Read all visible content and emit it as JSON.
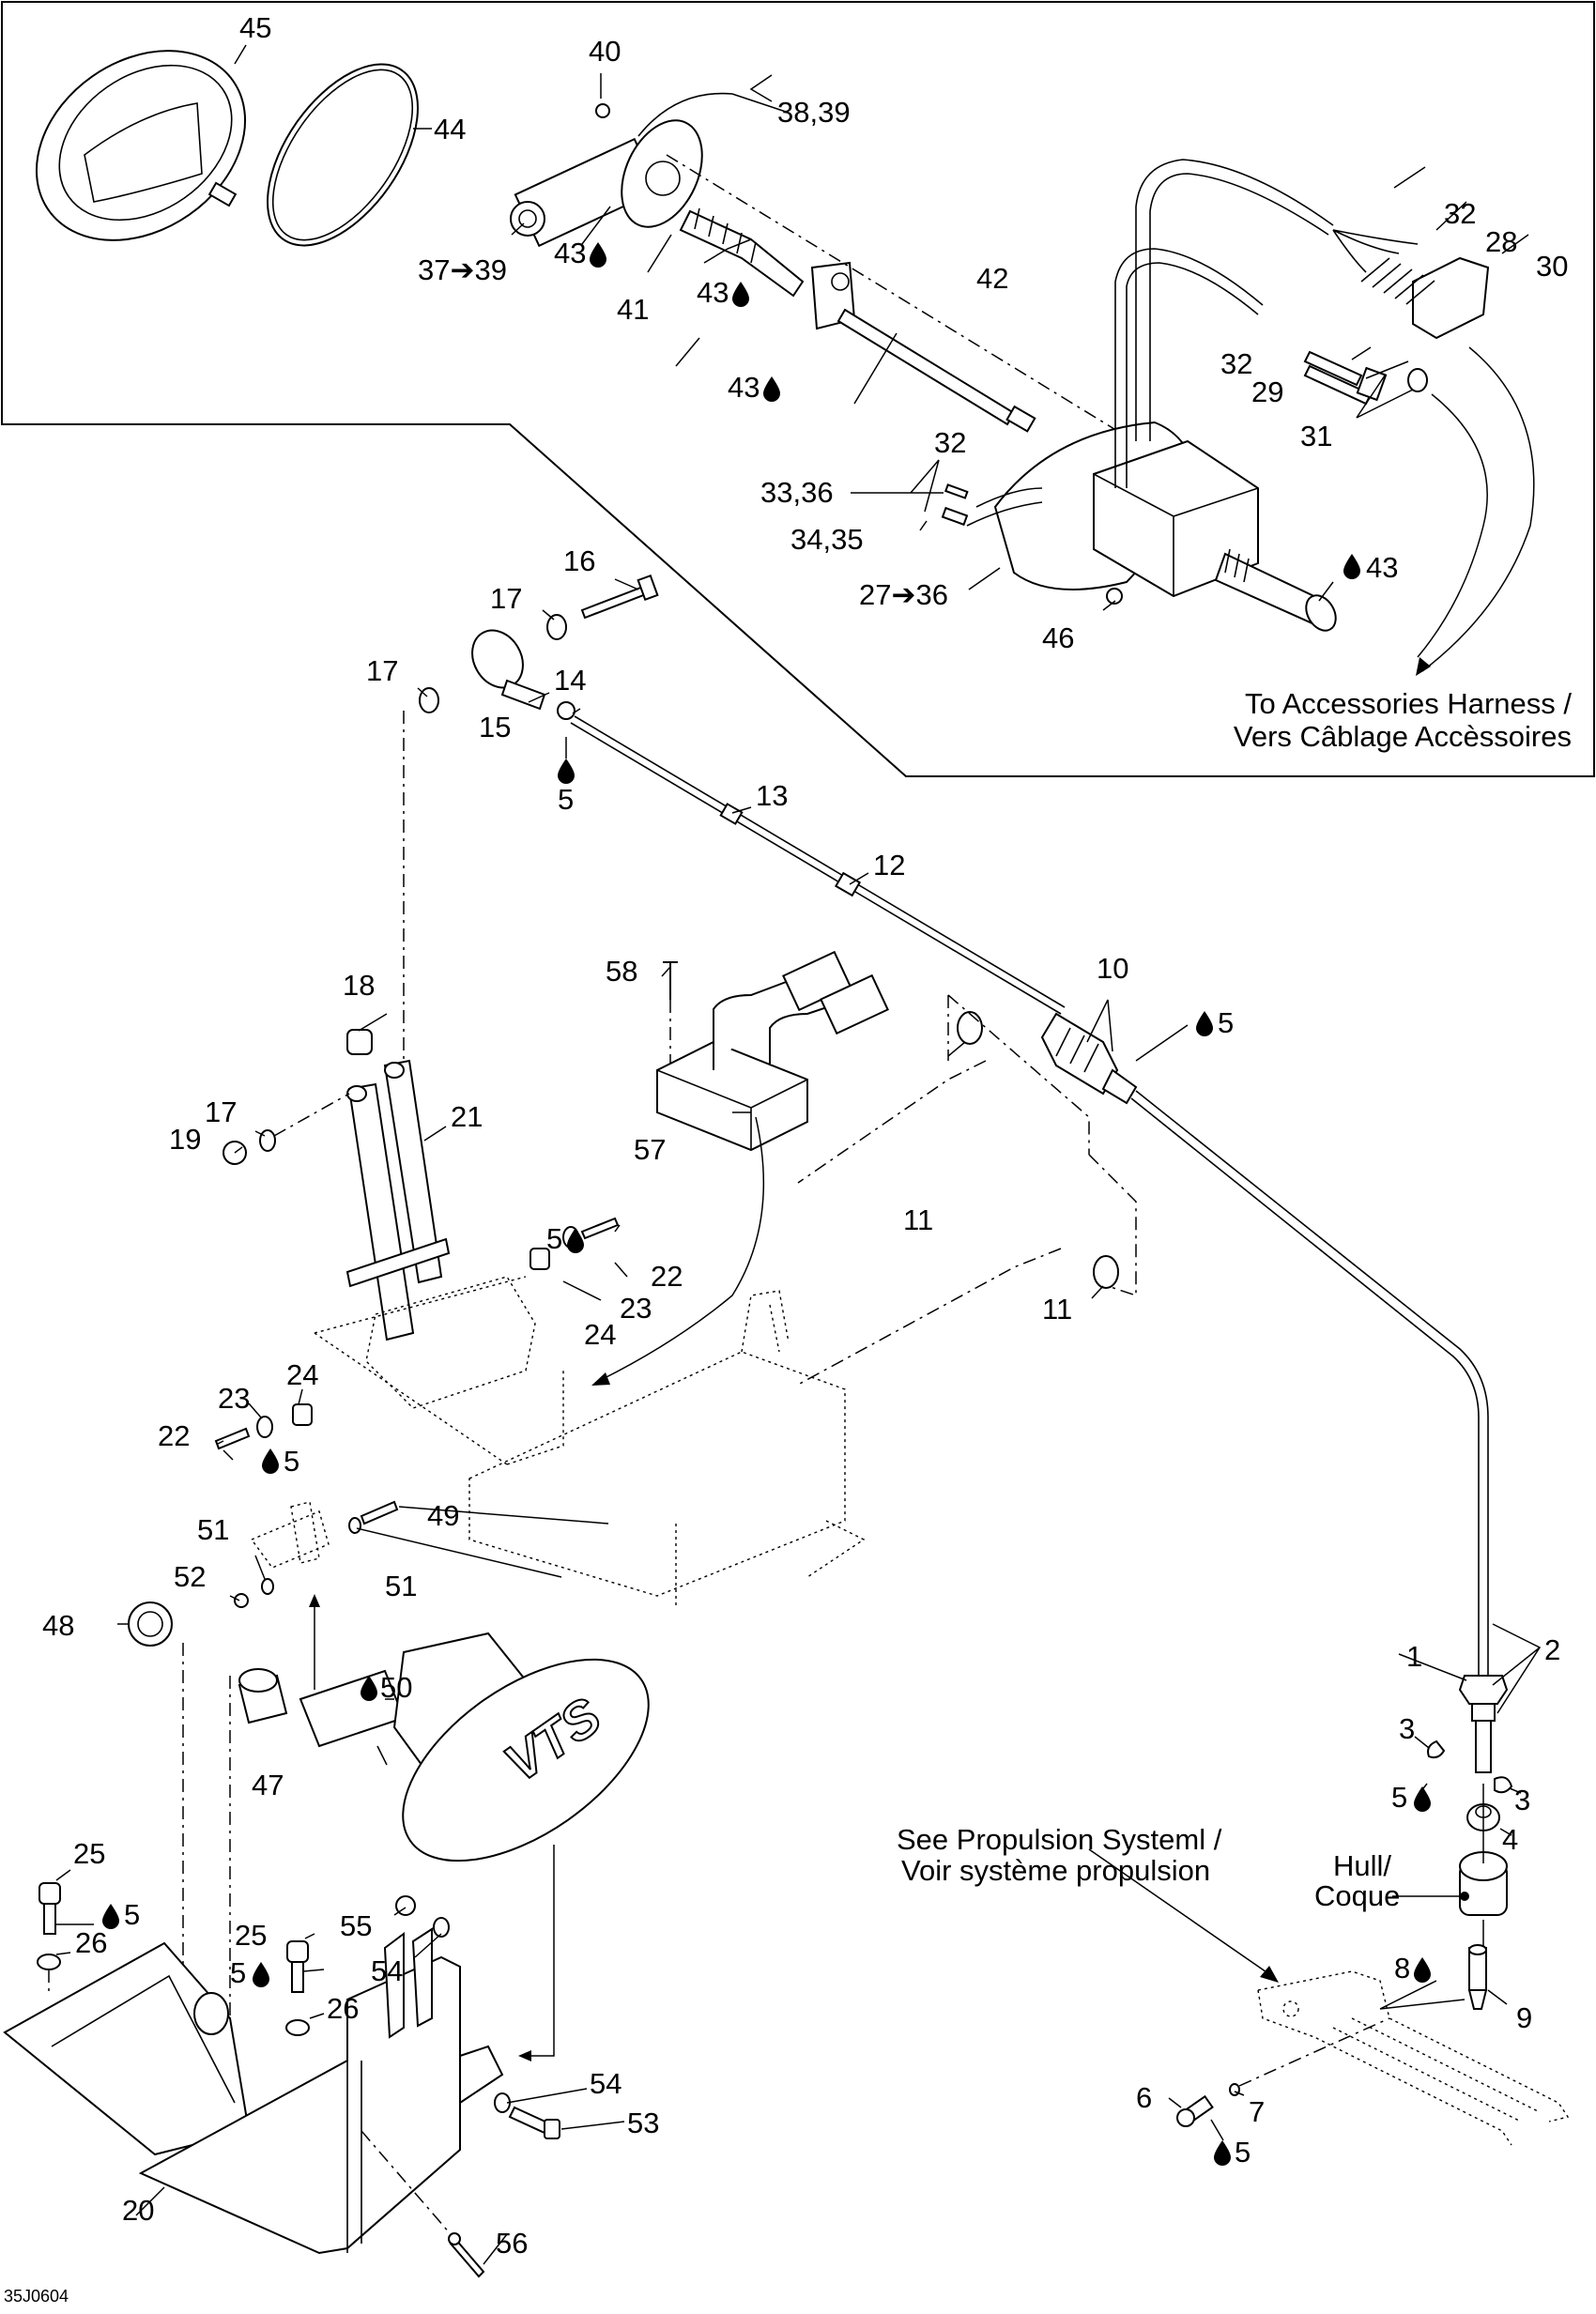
{
  "diagram": {
    "title": "VTS steering / trim parts exploded view",
    "figure_code": "35J0604",
    "legend_symbols": {
      "lubricant_drop": "drop-icon",
      "range_arrow": "→"
    },
    "notes": [
      {
        "id": "accessories",
        "line1": "To Accessories Harness /",
        "line2": "Vers Câblage Accèssoires"
      },
      {
        "id": "propulsion",
        "line1": "See Propulsion Systeml /",
        "line2": "Voir système propulsion"
      },
      {
        "id": "hull",
        "line1": "Hull/",
        "line2": "Coque"
      }
    ],
    "callouts": [
      {
        "id": "c45",
        "label": "45",
        "drop": false
      },
      {
        "id": "c44",
        "label": "44",
        "drop": false
      },
      {
        "id": "c40",
        "label": "40",
        "drop": false
      },
      {
        "id": "c38-39",
        "label": "38,39",
        "drop": false
      },
      {
        "id": "c37-39",
        "label": "37➔39",
        "drop": false
      },
      {
        "id": "c43a",
        "label": "43",
        "drop": true
      },
      {
        "id": "c41",
        "label": "41",
        "drop": false
      },
      {
        "id": "c43b",
        "label": "43",
        "drop": true
      },
      {
        "id": "c43c",
        "label": "43",
        "drop": true
      },
      {
        "id": "c42",
        "label": "42",
        "drop": false
      },
      {
        "id": "c32a",
        "label": "32",
        "drop": false
      },
      {
        "id": "c28",
        "label": "28",
        "drop": false
      },
      {
        "id": "c30",
        "label": "30",
        "drop": false
      },
      {
        "id": "c32b",
        "label": "32",
        "drop": false
      },
      {
        "id": "c29",
        "label": "29",
        "drop": false
      },
      {
        "id": "c31",
        "label": "31",
        "drop": false
      },
      {
        "id": "c32c",
        "label": "32",
        "drop": false
      },
      {
        "id": "c33-36",
        "label": "33,36",
        "drop": false
      },
      {
        "id": "c34-35",
        "label": "34,35",
        "drop": false
      },
      {
        "id": "c27-36",
        "label": "27➔36",
        "drop": false
      },
      {
        "id": "c46",
        "label": "46",
        "drop": false
      },
      {
        "id": "c43d",
        "label": "43",
        "drop": true
      },
      {
        "id": "c16",
        "label": "16",
        "drop": false
      },
      {
        "id": "c17a",
        "label": "17",
        "drop": false
      },
      {
        "id": "c17b",
        "label": "17",
        "drop": false
      },
      {
        "id": "c15",
        "label": "15",
        "drop": false
      },
      {
        "id": "c14",
        "label": "14",
        "drop": false
      },
      {
        "id": "c5a",
        "label": "5",
        "drop": true
      },
      {
        "id": "c13",
        "label": "13",
        "drop": false
      },
      {
        "id": "c12",
        "label": "12",
        "drop": false
      },
      {
        "id": "c58",
        "label": "58",
        "drop": false
      },
      {
        "id": "c10",
        "label": "10",
        "drop": false
      },
      {
        "id": "c5b",
        "label": "5",
        "drop": true
      },
      {
        "id": "c18",
        "label": "18",
        "drop": false
      },
      {
        "id": "c21",
        "label": "21",
        "drop": false
      },
      {
        "id": "c17c",
        "label": "17",
        "drop": false
      },
      {
        "id": "c19",
        "label": "19",
        "drop": false
      },
      {
        "id": "c57",
        "label": "57",
        "drop": false
      },
      {
        "id": "c11a",
        "label": "11",
        "drop": false
      },
      {
        "id": "c11b",
        "label": "11",
        "drop": false
      },
      {
        "id": "c5c",
        "label": "5",
        "drop": true
      },
      {
        "id": "c22a",
        "label": "22",
        "drop": false
      },
      {
        "id": "c23a",
        "label": "23",
        "drop": false
      },
      {
        "id": "c24a",
        "label": "24",
        "drop": false
      },
      {
        "id": "c24b",
        "label": "24",
        "drop": false
      },
      {
        "id": "c23b",
        "label": "23",
        "drop": false
      },
      {
        "id": "c22b",
        "label": "22",
        "drop": false
      },
      {
        "id": "c5d",
        "label": "5",
        "drop": true
      },
      {
        "id": "c49",
        "label": "49",
        "drop": false
      },
      {
        "id": "c51a",
        "label": "51",
        "drop": false
      },
      {
        "id": "c51b",
        "label": "51",
        "drop": false
      },
      {
        "id": "c52",
        "label": "52",
        "drop": false
      },
      {
        "id": "c48",
        "label": "48",
        "drop": false
      },
      {
        "id": "c50",
        "label": "50",
        "drop": true
      },
      {
        "id": "c47",
        "label": "47",
        "drop": false
      },
      {
        "id": "c1",
        "label": "1",
        "drop": false
      },
      {
        "id": "c2",
        "label": "2",
        "drop": false
      },
      {
        "id": "c3a",
        "label": "3",
        "drop": false
      },
      {
        "id": "c3b",
        "label": "3",
        "drop": false
      },
      {
        "id": "c5e",
        "label": "5",
        "drop": true
      },
      {
        "id": "c4",
        "label": "4",
        "drop": false
      },
      {
        "id": "c8",
        "label": "8",
        "drop": true
      },
      {
        "id": "c9",
        "label": "9",
        "drop": false
      },
      {
        "id": "c6",
        "label": "6",
        "drop": false
      },
      {
        "id": "c7",
        "label": "7",
        "drop": false
      },
      {
        "id": "c5f",
        "label": "5",
        "drop": true
      },
      {
        "id": "c25a",
        "label": "25",
        "drop": false
      },
      {
        "id": "c5g",
        "label": "5",
        "drop": true
      },
      {
        "id": "c26a",
        "label": "26",
        "drop": false
      },
      {
        "id": "c25b",
        "label": "25",
        "drop": false
      },
      {
        "id": "c5h",
        "label": "5",
        "drop": true
      },
      {
        "id": "c26b",
        "label": "26",
        "drop": false
      },
      {
        "id": "c55",
        "label": "55",
        "drop": false
      },
      {
        "id": "c54a",
        "label": "54",
        "drop": false
      },
      {
        "id": "c54b",
        "label": "54",
        "drop": false
      },
      {
        "id": "c53",
        "label": "53",
        "drop": false
      },
      {
        "id": "c20",
        "label": "20",
        "drop": false
      },
      {
        "id": "c56",
        "label": "56",
        "drop": false
      }
    ],
    "embossed_text": {
      "vts_logo": "VTS"
    }
  }
}
